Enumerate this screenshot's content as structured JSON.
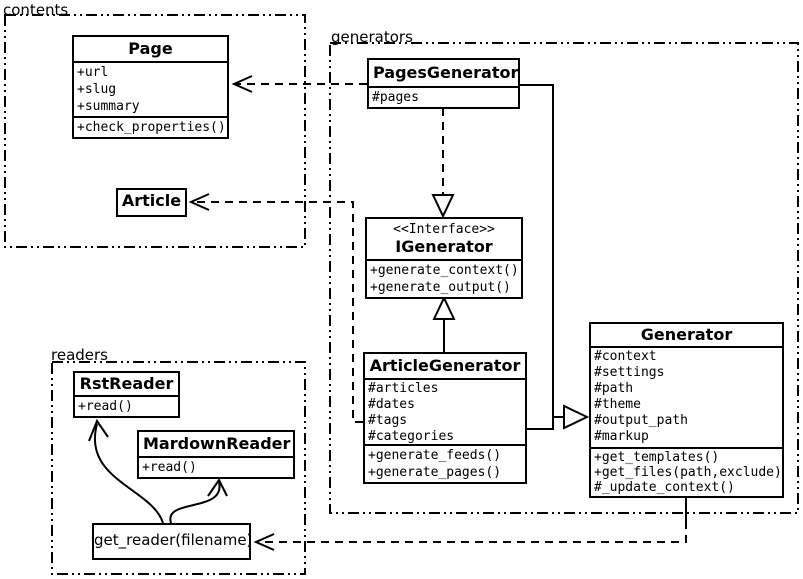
{
  "diagram": {
    "packages": [
      {
        "id": "contents",
        "label": "contents"
      },
      {
        "id": "generators",
        "label": "generators"
      },
      {
        "id": "readers",
        "label": "readers"
      }
    ],
    "classes": {
      "page": {
        "name": "Page",
        "attrs": [
          "+url",
          "+slug",
          "+summary"
        ],
        "methods": [
          "+check_properties()"
        ]
      },
      "article": {
        "name": "Article"
      },
      "pages_generator": {
        "name": "PagesGenerator",
        "attrs": [
          "#pages"
        ]
      },
      "igenerator": {
        "stereotype": "<<Interface>>",
        "name": "IGenerator",
        "methods": [
          "+generate_context()",
          "+generate_output()"
        ]
      },
      "article_generator": {
        "name": "ArticleGenerator",
        "attrs": [
          "#articles",
          "#dates",
          "#tags",
          "#categories"
        ],
        "methods": [
          "+generate_feeds()",
          "+generate_pages()"
        ]
      },
      "generator": {
        "name": "Generator",
        "attrs": [
          "#context",
          "#settings",
          "#path",
          "#theme",
          "#output_path",
          "#markup"
        ],
        "methods": [
          "+get_templates()",
          "+get_files(path,exclude)",
          "#_update_context()"
        ]
      },
      "rst_reader": {
        "name": "RstReader",
        "methods": [
          "+read()"
        ]
      },
      "mardown_reader": {
        "name": "MardownReader",
        "methods": [
          "+read()"
        ]
      },
      "get_reader": {
        "label": "get_reader(filename)"
      }
    },
    "colors": {
      "line": "#000000",
      "background": "#ffffff"
    }
  }
}
